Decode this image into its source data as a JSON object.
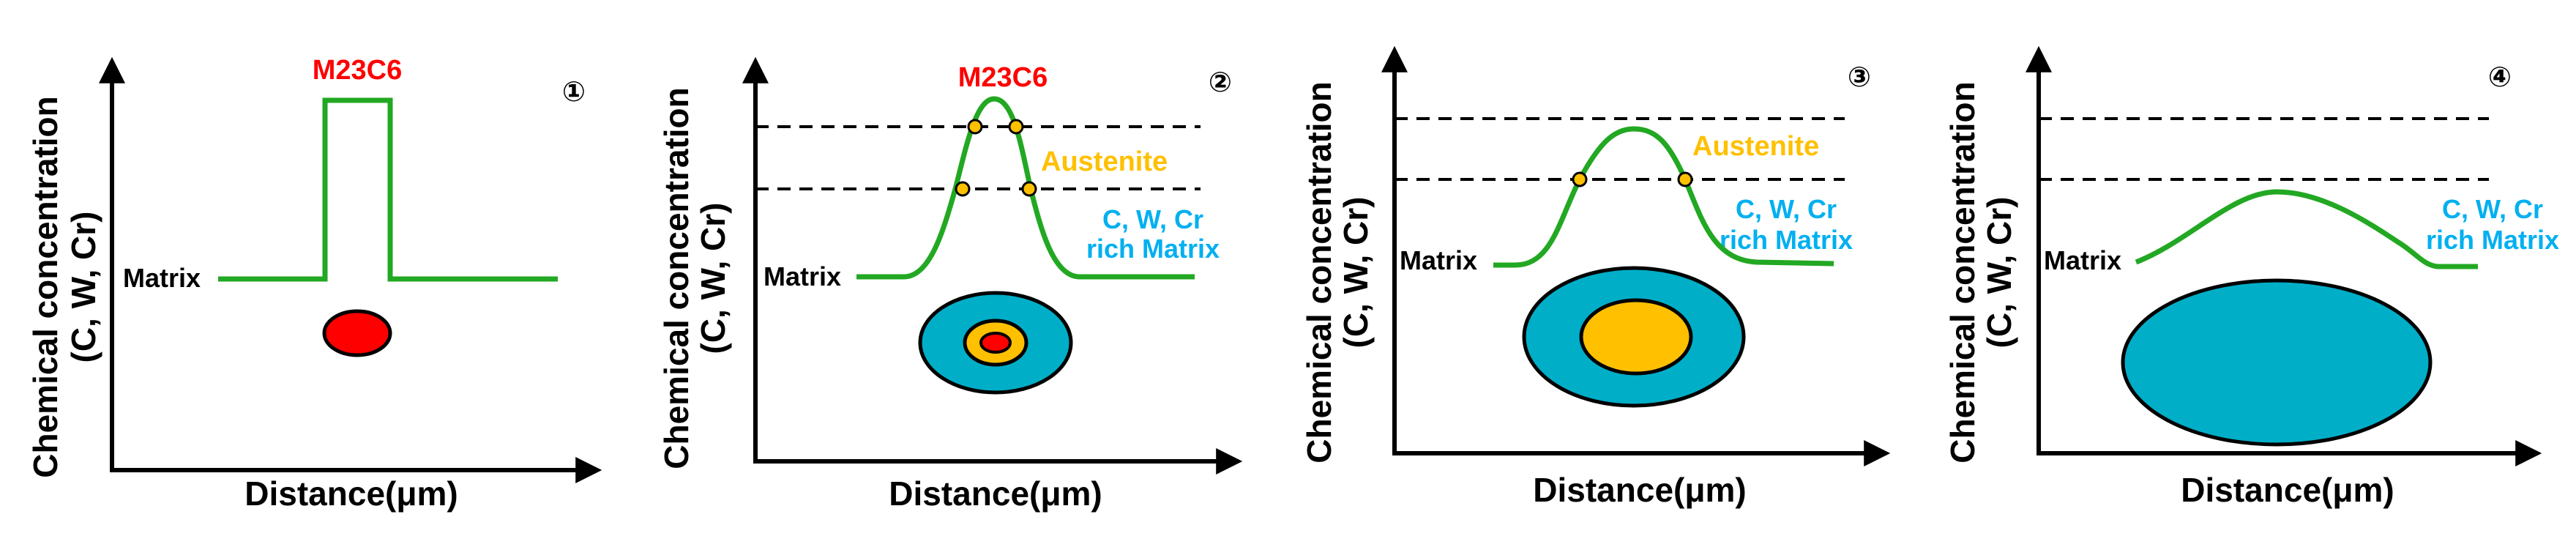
{
  "colors": {
    "curve": "#22a822",
    "carbide": "#ff0000",
    "austenite": "#ffc000",
    "matrix_rich": "#00aec8",
    "label_carbide": "#ff0000",
    "label_austenite": "#ffc000",
    "label_rich": "#00b0f0",
    "axis": "#000000"
  },
  "panels": [
    {
      "number": "①",
      "y_label_line1": "Chemical concentration",
      "y_label_line2": "(C, W, Cr)",
      "x_label": "Distance(μm)",
      "matrix_label": "Matrix",
      "carbide_label": "M23C6",
      "austenite_label": "",
      "rich_label_line1": "",
      "rich_label_line2": ""
    },
    {
      "number": "②",
      "y_label_line1": "Chemical concentration",
      "y_label_line2": "(C, W, Cr)",
      "x_label": "Distance(μm)",
      "matrix_label": "Matrix",
      "carbide_label": "M23C6",
      "austenite_label": "Austenite",
      "rich_label_line1": "C, W, Cr",
      "rich_label_line2": "rich Matrix"
    },
    {
      "number": "③",
      "y_label_line1": "Chemical concentration",
      "y_label_line2": "(C, W, Cr)",
      "x_label": "Distance(μm)",
      "matrix_label": "Matrix",
      "carbide_label": "",
      "austenite_label": "Austenite",
      "rich_label_line1": "C, W, Cr",
      "rich_label_line2": "rich Matrix"
    },
    {
      "number": "④",
      "y_label_line1": "Chemical concentration",
      "y_label_line2": "(C, W, Cr)",
      "x_label": "Distance(μm)",
      "matrix_label": "Matrix",
      "carbide_label": "",
      "austenite_label": "",
      "rich_label_line1": "C, W, Cr",
      "rich_label_line2": "rich Matrix"
    }
  ]
}
